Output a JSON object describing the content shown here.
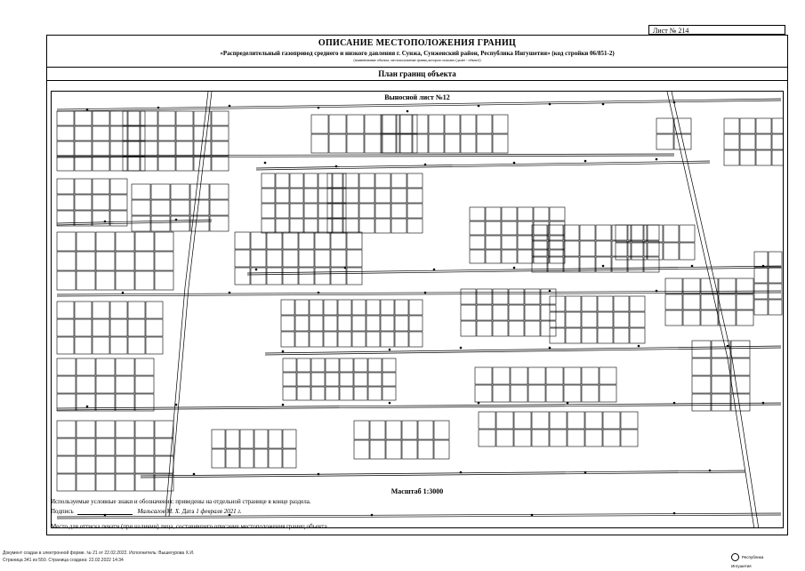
{
  "sheet_number": "Лист № 214",
  "header": {
    "title": "ОПИСАНИЕ МЕСТОПОЛОЖЕНИЯ ГРАНИЦ",
    "subtitle": "«Распределительный газопровод среднего и низкого давления г. Сунжа, Сунженский район, Республика Ингушетия» (код стройки 06/851-2)",
    "note": "(наименование объекта, местоположение границ которого описано (далее - объект))"
  },
  "plan": {
    "title": "План границ объекта",
    "inset_title": "Выносной лист №12",
    "scale": "Масштаб 1:3000"
  },
  "legend_text": "Используемые условные знаки и обозначения: приведены на отдельной странице в конце раздела.",
  "signature": {
    "label": "Подпись",
    "name": "Мальсагов М. Х.",
    "date_label": "Дата",
    "date": "1 февраля 2021 г."
  },
  "stamp_text": "Место для оттиска печати (при наличии) лица, составившего описание местоположения границ объекта",
  "footer": {
    "line1": "Документ создан в электронной форме. № 21 от 22.02.2022. Исполнитель: Вышегурова Х.И.",
    "line2": "Страница 341 из 550. Страница создана: 22.02.2022 14:34"
  },
  "logo_text": "Республика Ингушетия"
}
